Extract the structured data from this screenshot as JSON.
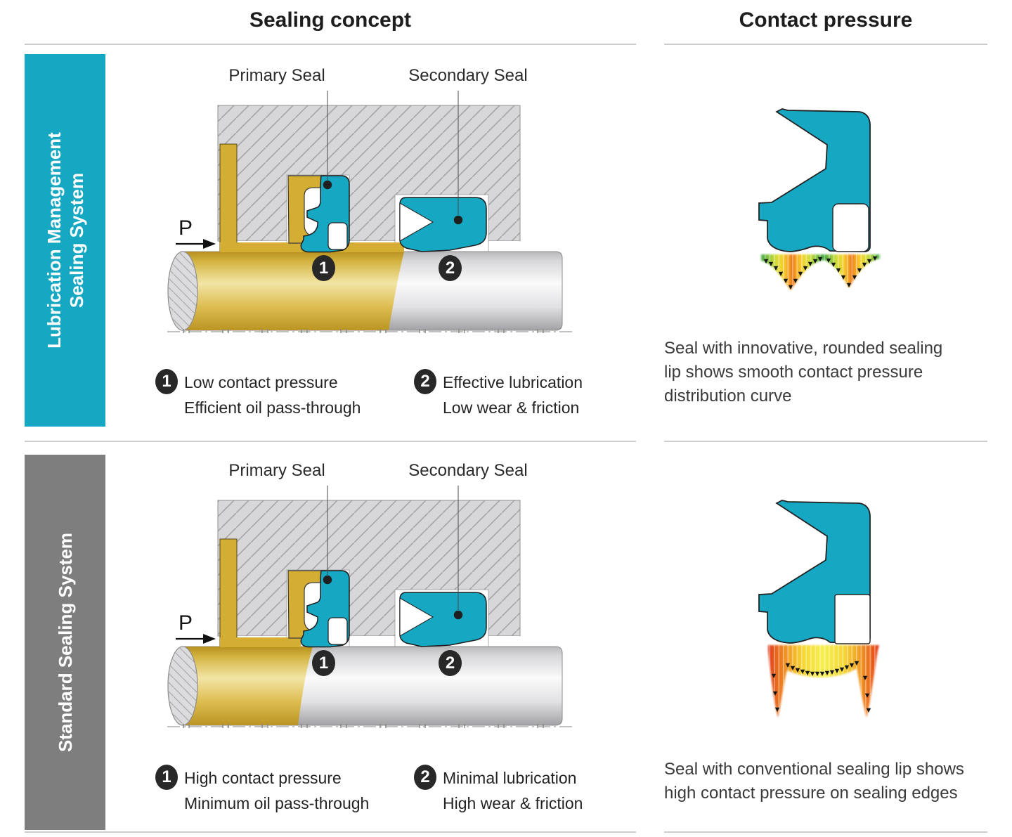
{
  "colors": {
    "teal": "#16a7c3",
    "sidebar-gray": "#7e7e7e",
    "gold": "#d4ad33",
    "badge": "#282828",
    "divider": "#cdcdcd",
    "housing-gray": "#d7d7d9",
    "pressure-green": "#45a945",
    "pressure-yellow": "#f5d835",
    "pressure-red": "#e2391b"
  },
  "headers": {
    "left": "Sealing concept",
    "right": "Contact pressure"
  },
  "rows": [
    {
      "sidebar": {
        "line1": "Lubrication Management",
        "line2": "Sealing System"
      },
      "labels": {
        "primary": "Primary Seal",
        "secondary": "Secondary Seal",
        "pressure": "P"
      },
      "callouts": [
        {
          "num": "1",
          "line1": "Low contact pressure",
          "line2": "Efficient oil pass-through"
        },
        {
          "num": "2",
          "line1": "Effective lubrication",
          "line2": "Low wear & friction"
        }
      ],
      "pressure_caption": {
        "line1": "Seal with innovative, rounded sealing",
        "line2": "lip shows smooth contact pressure",
        "line3": "distribution curve"
      }
    },
    {
      "sidebar": {
        "line1": "Standard Sealing System",
        "line2": ""
      },
      "labels": {
        "primary": "Primary Seal",
        "secondary": "Secondary Seal",
        "pressure": "P"
      },
      "callouts": [
        {
          "num": "1",
          "line1": "High contact pressure",
          "line2": "Minimum oil pass-through"
        },
        {
          "num": "2",
          "line1": "Minimal lubrication",
          "line2": "High wear & friction"
        }
      ],
      "pressure_caption": {
        "line1": "Seal with conventional sealing lip shows",
        "line2": "high contact pressure on sealing edges",
        "line3": ""
      }
    }
  ]
}
